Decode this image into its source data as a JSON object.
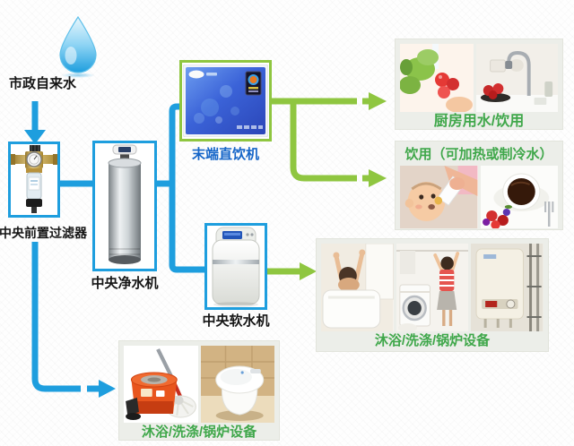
{
  "colors": {
    "pipe_blue": "#1e9ede",
    "pipe_green": "#8fc640",
    "label_green": "#3fa74a",
    "label_blue": "#1565c8",
    "label_black": "#141414",
    "panel_bg": "#eceee9"
  },
  "nodes": {
    "source": "市政自来水",
    "prefilter": "中央前置过滤器",
    "purifier": "中央净水机",
    "dispenser": "末端直饮机",
    "softener": "中央软水机"
  },
  "panels": {
    "kitchen": "厨房用水/饮用",
    "drinking": "饮用（可加热或制冷水）",
    "bath": "沐浴/洗涤/锅炉设备",
    "cleaning": "沐浴/洗涤/锅炉设备"
  },
  "photo_icons": {
    "kitchen": [
      "vegetables-washing",
      "kitchen-faucet"
    ],
    "drinking": [
      "baby-feeding",
      "coffee-cup"
    ],
    "bath": [
      "bathtub",
      "laundry",
      "boiler"
    ],
    "cleaning": [
      "spin-mop",
      "smart-toilet"
    ]
  }
}
